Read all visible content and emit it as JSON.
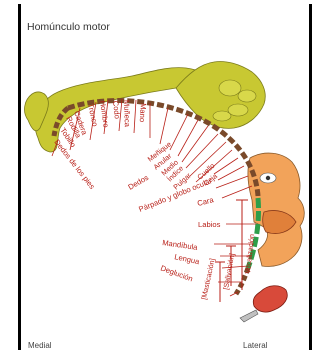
{
  "title": "Homúnculo motor",
  "bottom": {
    "left": "Medial",
    "right": "Lateral"
  },
  "labels": {
    "cadera": "Cadera",
    "rodilla": "Rodilla",
    "tobillo": "Tobillo",
    "dedos_pies": "Dedos de los pies",
    "tronco": "Tronco",
    "hombro": "Hombro",
    "codo": "Codo",
    "muneca": "Muñeca",
    "mano": "Mano",
    "menique": "Meñique",
    "anular": "Anular",
    "medio": "Medio",
    "indice": "Índice",
    "pulgar": "Pulgar",
    "dedos": "Dedos",
    "cuello": "Cuello",
    "ceja": "Ceja",
    "parpado": "Párpado y globo ocular",
    "cara": "Cara",
    "labios": "Labios",
    "mandibula": "Mandíbula",
    "lengua": "Lengua",
    "deglucion": "Deglución",
    "masticacion": "[Masticación]",
    "salivacion": "[Salivación]",
    "vocalizacion": "Vocalización"
  },
  "colors": {
    "body_yellow": "#c8c832",
    "face_orange": "#f2a35a",
    "cortex_brown": "#7a4a2a",
    "cortex_green": "#2e9e4a",
    "label_red": "#b81f17"
  }
}
